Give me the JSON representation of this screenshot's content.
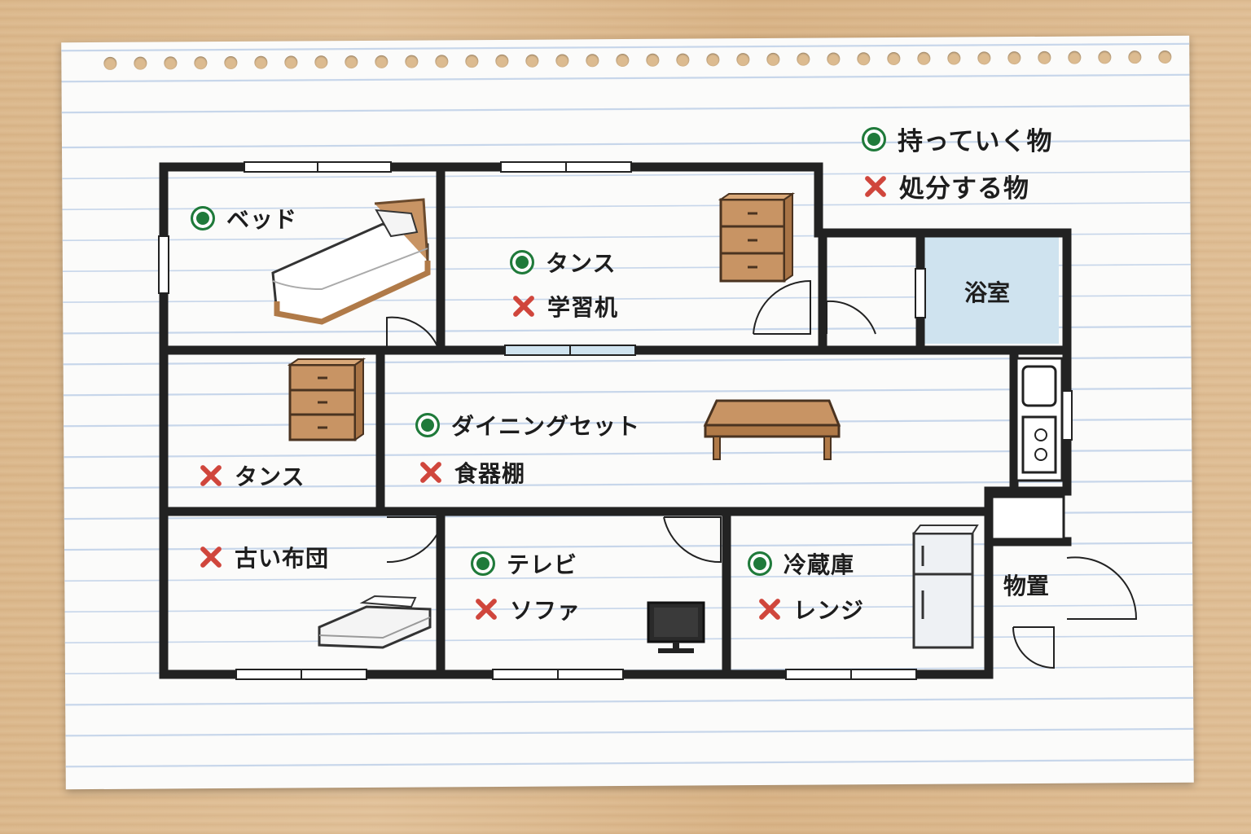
{
  "legend": {
    "keep": "持っていく物",
    "dispose": "処分する物"
  },
  "rooms": {
    "bathroom": "浴室",
    "storage": "物置"
  },
  "items": {
    "bed": "ベッド",
    "tansu_room2": "タンス",
    "study_desk": "学習机",
    "tansu_room3": "タンス",
    "dining_set": "ダイニングセット",
    "cupboard": "食器棚",
    "futon": "古い布団",
    "tv": "テレビ",
    "sofa": "ソファ",
    "fridge": "冷蔵庫",
    "microwave": "レンジ"
  },
  "colors": {
    "keep": "#1f7a3a",
    "dispose": "#d0463c",
    "wall": "#222222",
    "wood": "#c89464",
    "bath": "#cfe3ef"
  },
  "icons": [
    "circle-keep-icon",
    "cross-dispose-icon",
    "bed-icon",
    "dresser-icon",
    "table-icon",
    "tv-icon",
    "futon-icon",
    "fridge-icon",
    "sink-icon",
    "stove-icon"
  ]
}
